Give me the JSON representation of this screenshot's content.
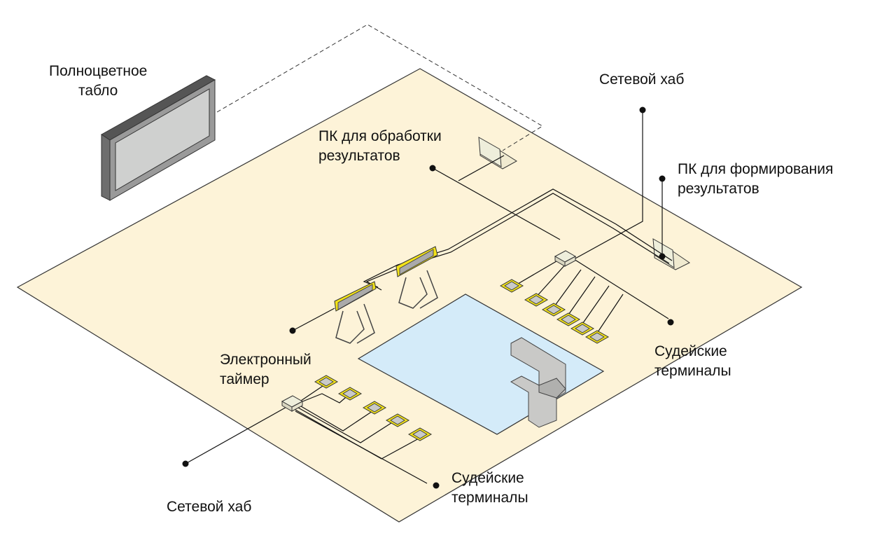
{
  "labels": {
    "scoreboard": [
      "Полноцветное",
      "табло"
    ],
    "pc_processing": [
      "ПК для обработки",
      "результатов"
    ],
    "network_hub_top": "Сетевой хаб",
    "pc_forming": [
      "ПК для формирования",
      "результатов"
    ],
    "judge_terminals_right": [
      "Судейские",
      "терминалы"
    ],
    "electronic_timer": [
      "Электронный",
      "таймер"
    ],
    "judge_terminals_bottom": [
      "Судейские",
      "терминалы"
    ],
    "network_hub_bottom": "Сетевой хаб"
  },
  "colors": {
    "floor": "#fdf3d8",
    "pool": "#d4ebf9",
    "terminal_accent": "#f2e21a",
    "device_gray": "#c9cac8",
    "scoreboard_frame": "#6e6e6e",
    "line": "#111111"
  },
  "counts": {
    "judge_terminals_right": 6,
    "judge_terminals_bottom": 5,
    "timer_displays": 2
  }
}
